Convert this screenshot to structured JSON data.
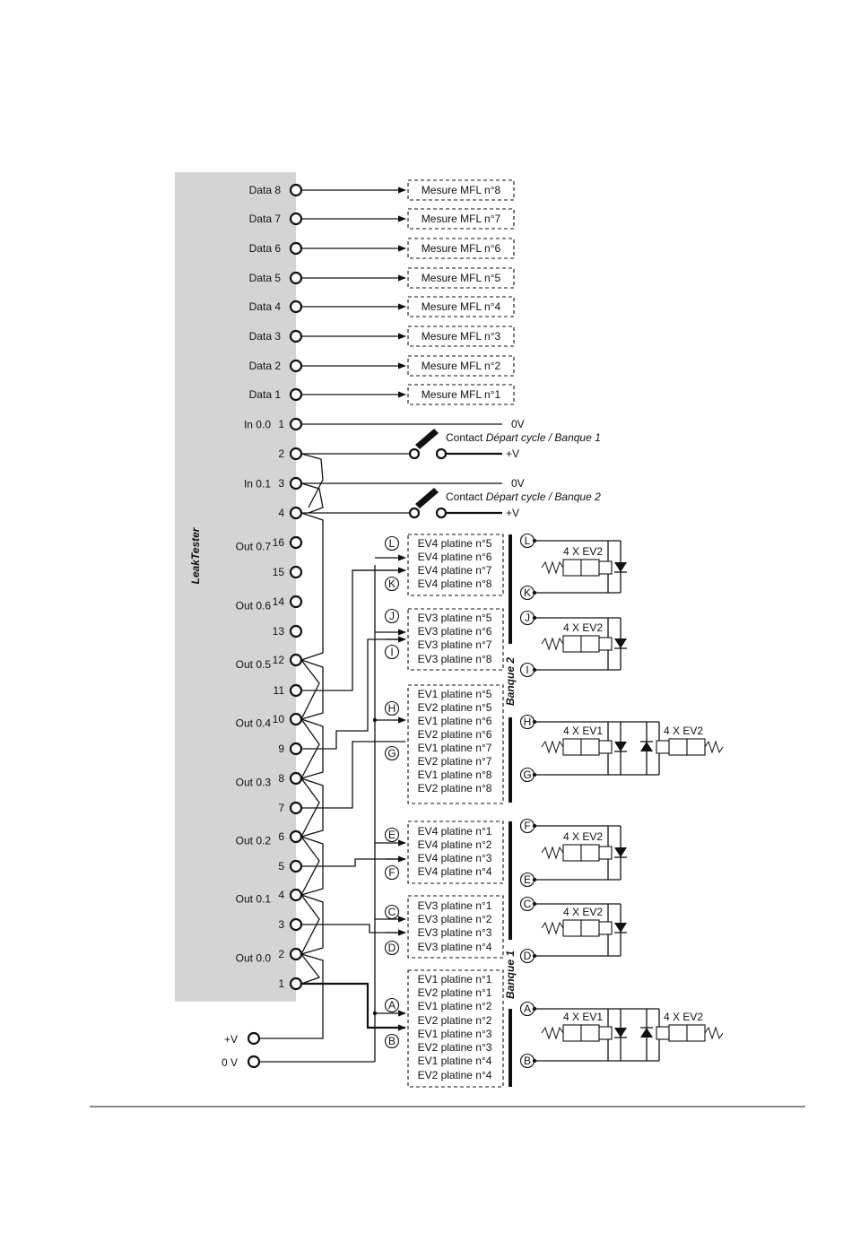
{
  "device": {
    "name": "LeakTester"
  },
  "data_pins": [
    {
      "label": "Data 8",
      "target": "Mesure MFL n°8"
    },
    {
      "label": "Data 7",
      "target": "Mesure MFL n°7"
    },
    {
      "label": "Data 6",
      "target": "Mesure MFL n°6"
    },
    {
      "label": "Data 5",
      "target": "Mesure MFL n°5"
    },
    {
      "label": "Data 4",
      "target": "Mesure MFL n°4"
    },
    {
      "label": "Data 3",
      "target": "Mesure MFL n°3"
    },
    {
      "label": "Data 2",
      "target": "Mesure MFL n°2"
    },
    {
      "label": "Data 1",
      "target": "Mesure MFL n°1"
    }
  ],
  "inputs": [
    {
      "group": "In 0.0",
      "pins": [
        "1",
        "2"
      ],
      "supply_a": "0V",
      "supply_b": "+V",
      "contact_prefix": "Contact ",
      "contact_italic": "Départ cycle / Banque 1"
    },
    {
      "group": "In 0.1",
      "pins": [
        "3",
        "4"
      ],
      "supply_a": "0V",
      "supply_b": "+V",
      "contact_prefix": "Contact ",
      "contact_italic": "Départ cycle / Banque 2"
    }
  ],
  "outputs": [
    {
      "group": "Out 0.7",
      "pins": [
        "16",
        "15"
      ]
    },
    {
      "group": "Out 0.6",
      "pins": [
        "14",
        "13"
      ]
    },
    {
      "group": "Out 0.5",
      "pins": [
        "12",
        "11"
      ]
    },
    {
      "group": "Out 0.4",
      "pins": [
        "10",
        "9"
      ]
    },
    {
      "group": "Out 0.3",
      "pins": [
        "8",
        "7"
      ]
    },
    {
      "group": "Out 0.2",
      "pins": [
        "6",
        "5"
      ]
    },
    {
      "group": "Out 0.1",
      "pins": [
        "4",
        "3"
      ]
    },
    {
      "group": "Out 0.0",
      "pins": [
        "2",
        "1"
      ]
    }
  ],
  "supply": {
    "plus": "+V",
    "zero": "0 V"
  },
  "valve_groups": [
    {
      "top": "L",
      "bottom": "K",
      "lines": [
        "EV4 platine n°5",
        "EV4 platine n°6",
        "EV4 platine n°7",
        "EV4 platine n°8"
      ],
      "coils": [
        "4 X EV2"
      ]
    },
    {
      "top": "J",
      "bottom": "I",
      "lines": [
        "EV3 platine n°5",
        "EV3 platine n°6",
        "EV3 platine n°7",
        "EV3 platine n°8"
      ],
      "coils": [
        "4 X EV2"
      ]
    },
    {
      "top": "H",
      "bottom": "G",
      "lines": [
        "EV1 platine n°5",
        "EV2 platine n°5",
        "EV1 platine n°6",
        "EV2 platine n°6",
        "EV1 platine n°7",
        "EV2 platine n°7",
        "EV1 platine n°8",
        "EV2 platine n°8"
      ],
      "coils": [
        "4 X EV1",
        "4 X EV2"
      ]
    },
    {
      "top": "E",
      "bottom": "F",
      "right_top": "F",
      "right_bottom": "E",
      "lines": [
        "EV4 platine n°1",
        "EV4 platine n°2",
        "EV4 platine n°3",
        "EV4 platine n°4"
      ],
      "coils": [
        "4 X EV2"
      ]
    },
    {
      "top": "C",
      "bottom": "D",
      "lines": [
        "EV3 platine n°1",
        "EV3 platine n°2",
        "EV3 platine n°3",
        "EV3 platine n°4"
      ],
      "coils": [
        "4 X EV2"
      ]
    },
    {
      "top": "A",
      "bottom": "B",
      "lines": [
        "EV1 platine n°1",
        "EV2 platine n°1",
        "EV1 platine n°2",
        "EV2 platine n°2",
        "EV1 platine n°3",
        "EV2 platine n°3",
        "EV1 platine n°4",
        "EV2 platine n°4"
      ],
      "coils": [
        "4 X EV1",
        "4 X EV2"
      ]
    }
  ],
  "banks": [
    "Banque 2",
    "Banque 1"
  ]
}
